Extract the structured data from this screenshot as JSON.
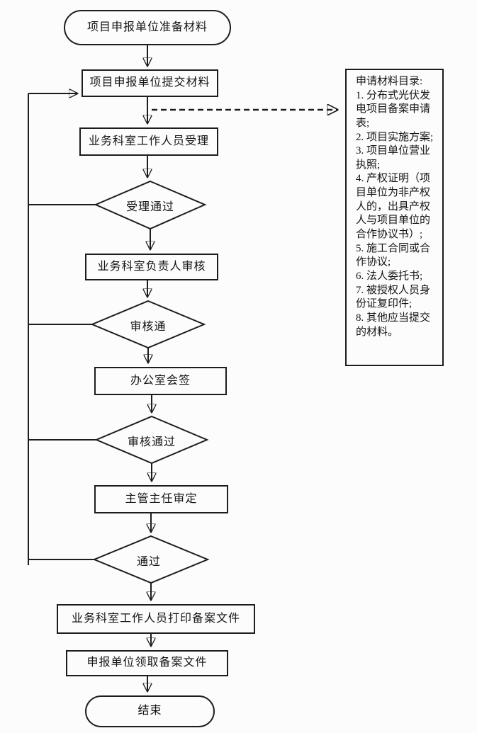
{
  "colors": {
    "line": "#1d1d1d",
    "text": "#141414",
    "background": "#fcfcfc"
  },
  "flow": {
    "start": "项目申报单位准备材料",
    "submit": "项目申报单位提交材料",
    "staff_accept": "业务科室工作人员受理",
    "decision_accept": "受理通过",
    "leader_review": "业务科室负责人审核",
    "decision_review": "审核通",
    "office_countersign": "办公室会签",
    "decision_countersign": "审核通过",
    "director_approve": "主管主任审定",
    "decision_final": "通过",
    "print_filing": "业务科室工作人员打印备案文件",
    "collect_filing": "申报单位领取备案文件",
    "end": "结束"
  },
  "materials_panel": {
    "title": "申请材料目录:",
    "items": [
      "1. 分布式光伏发电项目备案申请表;",
      "2. 项目实施方案;",
      "3. 项目单位营业执照;",
      "4. 产权证明（项目单位为非产权人的，出具产权人与项目单位的合作协议书）;",
      "5. 施工合同或合作协议;",
      "6. 法人委托书;",
      "7. 被授权人员身份证复印件;",
      "8. 其他应当提交的材料。"
    ]
  }
}
